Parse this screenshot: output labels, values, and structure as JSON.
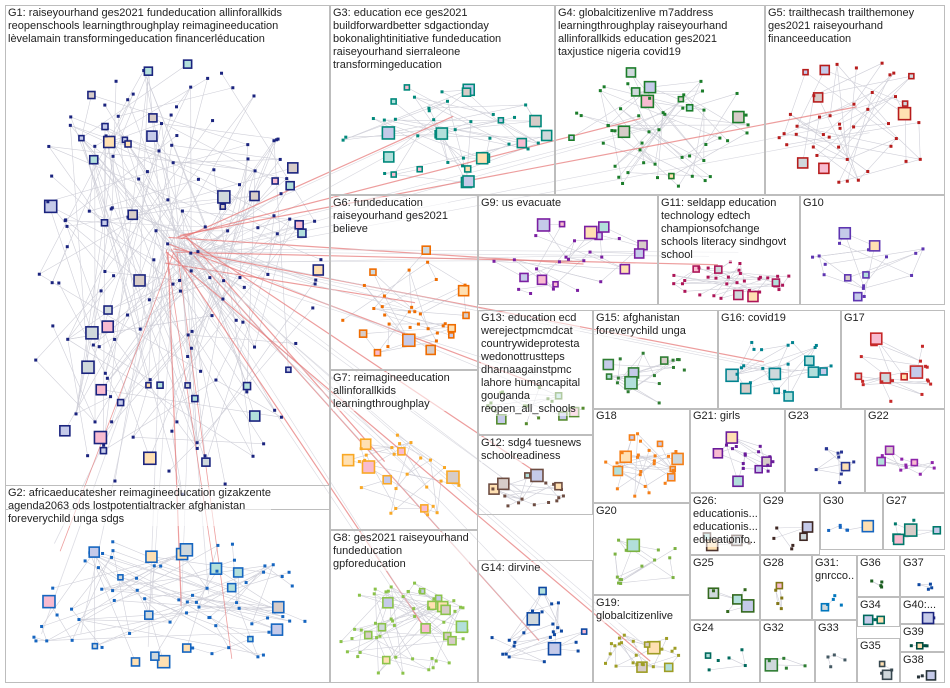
{
  "groups": [
    {
      "id": "G1",
      "title": "G1: raiseyourhand ges2021 fundeducation allinforallkids\nreopenschools learningthroughplay reimagineeducation\nlèvelamain transformingeducation financerléducation",
      "color": "#1a237e",
      "nodes": 170
    },
    {
      "id": "G2",
      "title": "G2: africaeducatesher reimagineeducation gizakzente\nagenda2063 ods lostpotentialtracker afghanistan\nforeverychild unga sdgs",
      "color": "#1565c0",
      "nodes": 80
    },
    {
      "id": "G3",
      "title": "G3: education ece ges2021\nbuildforwardbetter sdgactionday\nbokonalightinitiative fundeducation\nraiseyourhand sierraleone\ntransformingeducation",
      "color": "#00897b",
      "nodes": 45
    },
    {
      "id": "G4",
      "title": "G4: globalcitizenlive m7address\nlearningthroughplay raiseyourhand\nallinforallkids education ges2021\ntaxjustice nigeria covid19",
      "color": "#1b7d2a",
      "nodes": 55
    },
    {
      "id": "G5",
      "title": "G5: trailthecash trailthemoney\nges2021 raiseyourhand\nfinanceeducation",
      "color": "#b71c1c",
      "nodes": 45
    },
    {
      "id": "G6",
      "title": "G6: fundeducation\nraiseyourhand ges2021\nbelieve",
      "color": "#ef6c00",
      "nodes": 35
    },
    {
      "id": "G7",
      "title": "G7: reimagineeducation\nallinforallkids\nlearningthroughplay",
      "color": "#f9a825",
      "nodes": 30
    },
    {
      "id": "G8",
      "title": "G8: ges2021 raiseyourhand\nfundeducation\ngpforeducation",
      "color": "#8bc34a",
      "nodes": 60
    },
    {
      "id": "G9",
      "title": "G9: us evacuate",
      "color": "#7b1fa2",
      "nodes": 30
    },
    {
      "id": "G10",
      "title": "G10",
      "color": "#5e35b1",
      "nodes": 18
    },
    {
      "id": "G11",
      "title": "G11: seldapp education\ntechnology edtech\nchampionsofchange\nschools literacy sindhgovt\nschool",
      "color": "#ad1457",
      "nodes": 35
    },
    {
      "id": "G12",
      "title": "G12: sdg4 tuesnews\nschoolreadiness",
      "color": "#6d4c41",
      "nodes": 18
    },
    {
      "id": "G13",
      "title": "G13: education ecd\nwerejectpmcmdcat\ncountrywideprotesta\nwedonottrustteps\ndharnaagainstpmc\nlahore humancapital\ngouganda\nreopen_all_schools",
      "color": "#558b2f",
      "nodes": 18
    },
    {
      "id": "G14",
      "title": "G14: dirvine",
      "color": "#0d47a1",
      "nodes": 25
    },
    {
      "id": "G15",
      "title": "G15: afghanistan\nforeverychild unga",
      "color": "#2e7d32",
      "nodes": 18
    },
    {
      "id": "G16",
      "title": "G16: covid19",
      "color": "#00838f",
      "nodes": 25
    },
    {
      "id": "G17",
      "title": "G17",
      "color": "#c62828",
      "nodes": 20
    },
    {
      "id": "G18",
      "title": "G18",
      "color": "#f57f17",
      "nodes": 30
    },
    {
      "id": "G19",
      "title": "G19:\nglobalcitizenlive",
      "color": "#9e9d24",
      "nodes": 25
    },
    {
      "id": "G20",
      "title": "G20",
      "color": "#7cb342",
      "nodes": 15
    },
    {
      "id": "G21",
      "title": "G21: girls",
      "color": "#6a1b9a",
      "nodes": 18
    },
    {
      "id": "G22",
      "title": "G22",
      "color": "#8e24aa",
      "nodes": 12
    },
    {
      "id": "G23",
      "title": "G23",
      "color": "#283593",
      "nodes": 10
    },
    {
      "id": "G24",
      "title": "G24",
      "color": "#00695c",
      "nodes": 6
    },
    {
      "id": "G25",
      "title": "G25",
      "color": "#33691e",
      "nodes": 6
    },
    {
      "id": "G26",
      "title": "G26:\neducationis...\neducationis...\neducationfo...",
      "color": "#4e342e",
      "nodes": 6
    },
    {
      "id": "G27",
      "title": "G27",
      "color": "#00796b",
      "nodes": 6
    },
    {
      "id": "G28",
      "title": "G28",
      "color": "#827717",
      "nodes": 6
    },
    {
      "id": "G29",
      "title": "G29",
      "color": "#3e2723",
      "nodes": 6
    },
    {
      "id": "G30",
      "title": "G30",
      "color": "#1565c0",
      "nodes": 6
    },
    {
      "id": "G31",
      "title": "G31:\ngnrcco...",
      "color": "#0277bd",
      "nodes": 5
    },
    {
      "id": "G32",
      "title": "G32",
      "color": "#2e7d32",
      "nodes": 5
    },
    {
      "id": "G33",
      "title": "G33",
      "color": "#455a64",
      "nodes": 4
    },
    {
      "id": "G34",
      "title": "G34",
      "color": "#00695c",
      "nodes": 4
    },
    {
      "id": "G35",
      "title": "G35",
      "color": "#37474f",
      "nodes": 4
    },
    {
      "id": "G36",
      "title": "G36",
      "color": "#1b5e20",
      "nodes": 4
    },
    {
      "id": "G37",
      "title": "G37",
      "color": "#0d47a1",
      "nodes": 4
    },
    {
      "id": "G38",
      "title": "G38",
      "color": "#263238",
      "nodes": 4
    },
    {
      "id": "G39",
      "title": "G39",
      "color": "#004d40",
      "nodes": 4
    },
    {
      "id": "G40",
      "title": "G40:...",
      "color": "#1a237e",
      "nodes": 4
    }
  ],
  "edge_colors": {
    "intra": "#cfcfd8",
    "cross": "#e57373"
  }
}
